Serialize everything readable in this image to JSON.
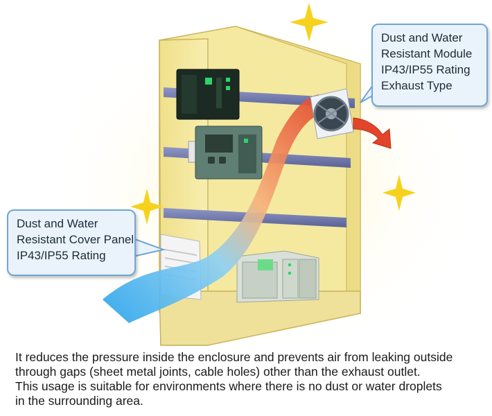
{
  "callouts": {
    "exhaust_module": {
      "lines": [
        "Dust and Water",
        "Resistant Module",
        "IP43/IP55 Rating",
        "Exhaust Type"
      ]
    },
    "cover_panel": {
      "lines": [
        "Dust and Water",
        "Resistant Cover Panel",
        "IP43/IP55 Rating"
      ]
    }
  },
  "description": {
    "lines": [
      "It reduces the pressure inside the enclosure and prevents air from leaking outside",
      "through gaps (sheet metal joints, cable holes) other than the exhaust outlet.",
      "This usage is suitable for environments where there is no dust or water droplets",
      "in the surrounding area."
    ]
  },
  "colors": {
    "cabinet": "#f4e79a",
    "airflow_cool": "#3fa9e8",
    "airflow_hot": "#e2452a",
    "callout_border": "#6fa6d6",
    "sparkle": "#f6d21e"
  }
}
